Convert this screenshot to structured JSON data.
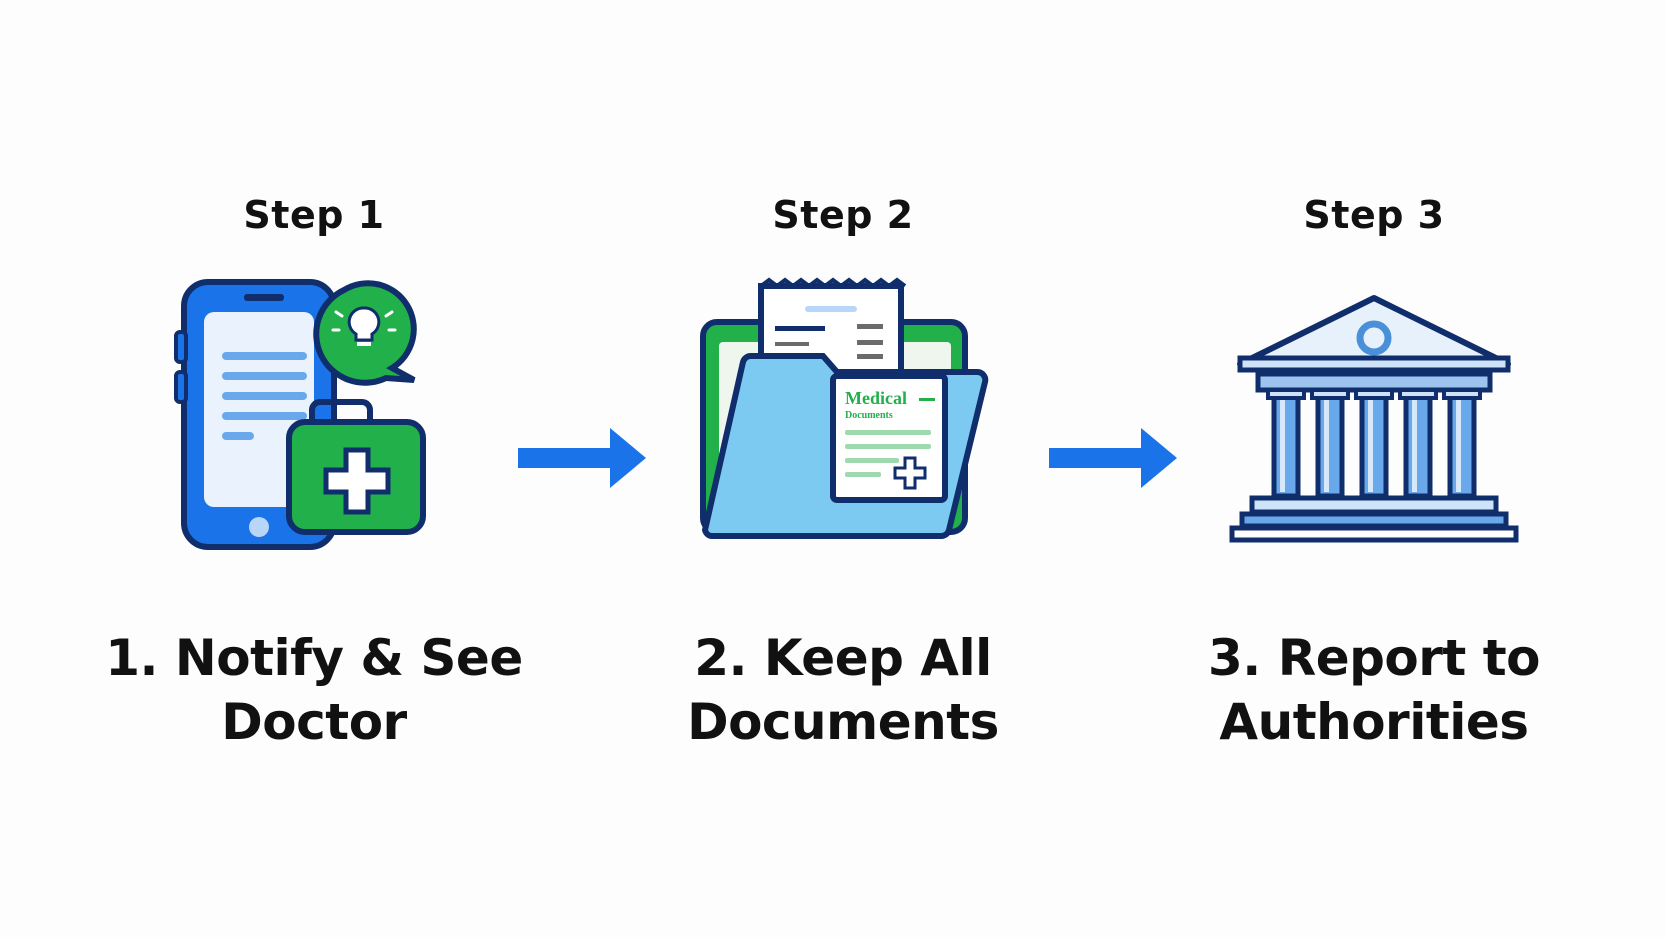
{
  "steps": [
    {
      "label": "Step 1",
      "title_line1": "1. Notify & See",
      "title_line2": "Doctor",
      "icon": "phone-with-medical-kit-icon"
    },
    {
      "label": "Step 2",
      "title_line1": "2. Keep All",
      "title_line2": "Documents",
      "icon": "folder-with-medical-documents-icon",
      "icon_text": {
        "doc_title": "Medical",
        "doc_subtitle": "Documents"
      }
    },
    {
      "label": "Step 3",
      "title_line1": "3. Report to",
      "title_line2": "Authorities",
      "icon": "government-building-icon"
    }
  ],
  "connectors": [
    "arrow-right-icon",
    "arrow-right-icon"
  ],
  "colors": {
    "blue": "#1a73e8",
    "dark_blue": "#0d3a8c",
    "green": "#22b04b",
    "light_blue": "#7cc9f2",
    "navy_outline": "#0f2e6b",
    "text": "#111111"
  }
}
